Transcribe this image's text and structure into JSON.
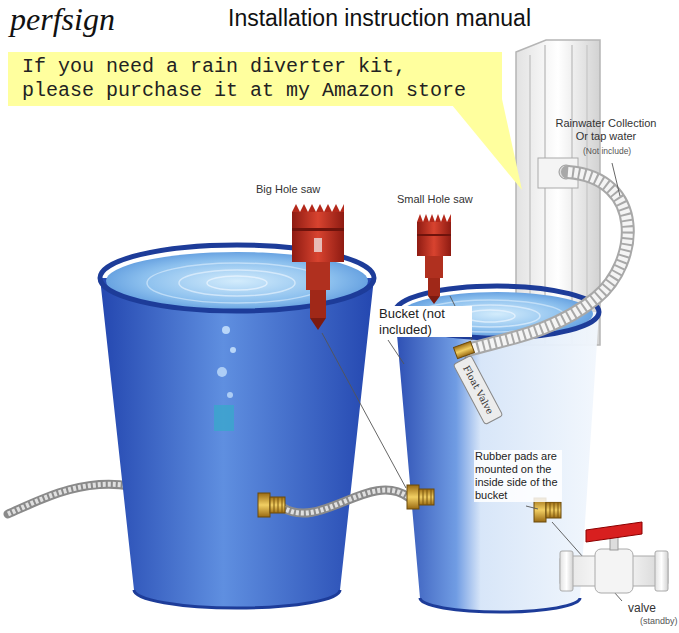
{
  "diagram": {
    "title": "Installation instruction manual",
    "nodes": [
      {
        "text": [
          "If you need a rain diverter kit, please purchase it at my Amazon store"
        ]
      }
    ],
    "labels": [
      "perfsign",
      "Rainwater Collection Or tap water",
      "(Not include)",
      "Big Hole saw",
      "Small Hole saw",
      "Bucket (not included)",
      "Float Valve",
      "Rubber pads are mounted on the inside side of the bucket",
      "valve",
      "(standby)"
    ]
  }
}
